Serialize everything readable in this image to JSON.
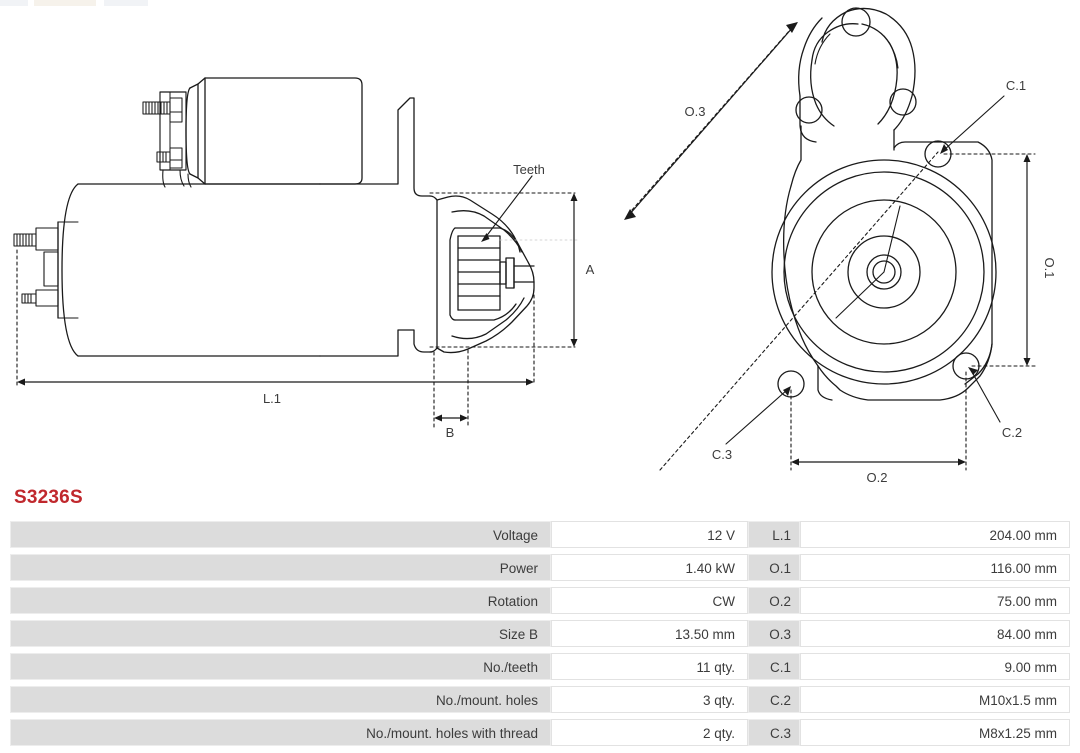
{
  "part_number": "S3236S",
  "drawing": {
    "labels": {
      "teeth": "Teeth",
      "a": "A",
      "b": "B",
      "l1": "L.1",
      "o1": "O.1",
      "o2": "O.2",
      "o3": "O.3",
      "c1": "C.1",
      "c2": "C.2",
      "c3": "C.3"
    },
    "line_color": "#1a1a1a",
    "text_color": "#3c3c3c"
  },
  "spec_table": {
    "accent_color": "#c0282d",
    "rows": [
      {
        "label": "Voltage",
        "value": "12 V",
        "code": "L.1",
        "dim": "204.00 mm"
      },
      {
        "label": "Power",
        "value": "1.40 kW",
        "code": "O.1",
        "dim": "116.00 mm"
      },
      {
        "label": "Rotation",
        "value": "CW",
        "code": "O.2",
        "dim": "75.00 mm"
      },
      {
        "label": "Size B",
        "value": "13.50 mm",
        "code": "O.3",
        "dim": "84.00 mm"
      },
      {
        "label": "No./teeth",
        "value": "11 qty.",
        "code": "C.1",
        "dim": "9.00 mm"
      },
      {
        "label": "No./mount. holes",
        "value": "3 qty.",
        "code": "C.2",
        "dim": "M10x1.5 mm"
      },
      {
        "label": "No./mount. holes with thread",
        "value": "2 qty.",
        "code": "C.3",
        "dim": "M8x1.25 mm"
      }
    ]
  }
}
